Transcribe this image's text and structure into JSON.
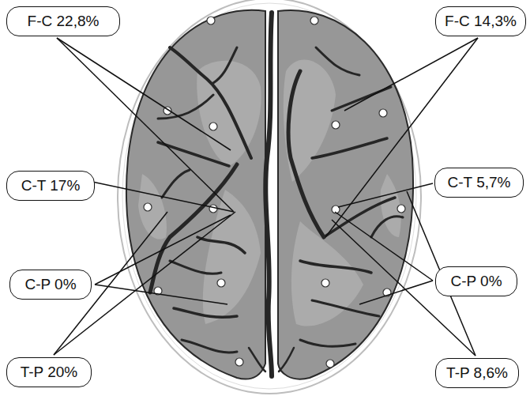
{
  "diagram": {
    "nodes": [
      {
        "text": [
          "F-C 22,8%"
        ]
      },
      {
        "text": [
          "F-C 14,3%"
        ]
      },
      {
        "text": [
          "C-T 17%"
        ]
      },
      {
        "text": [
          "C-T 5,7%"
        ]
      },
      {
        "text": [
          "C-P 0%"
        ]
      },
      {
        "text": [
          "C-P 0%"
        ]
      },
      {
        "text": [
          "T-P 20%"
        ]
      },
      {
        "text": [
          "T-P 8,6%"
        ]
      }
    ]
  }
}
